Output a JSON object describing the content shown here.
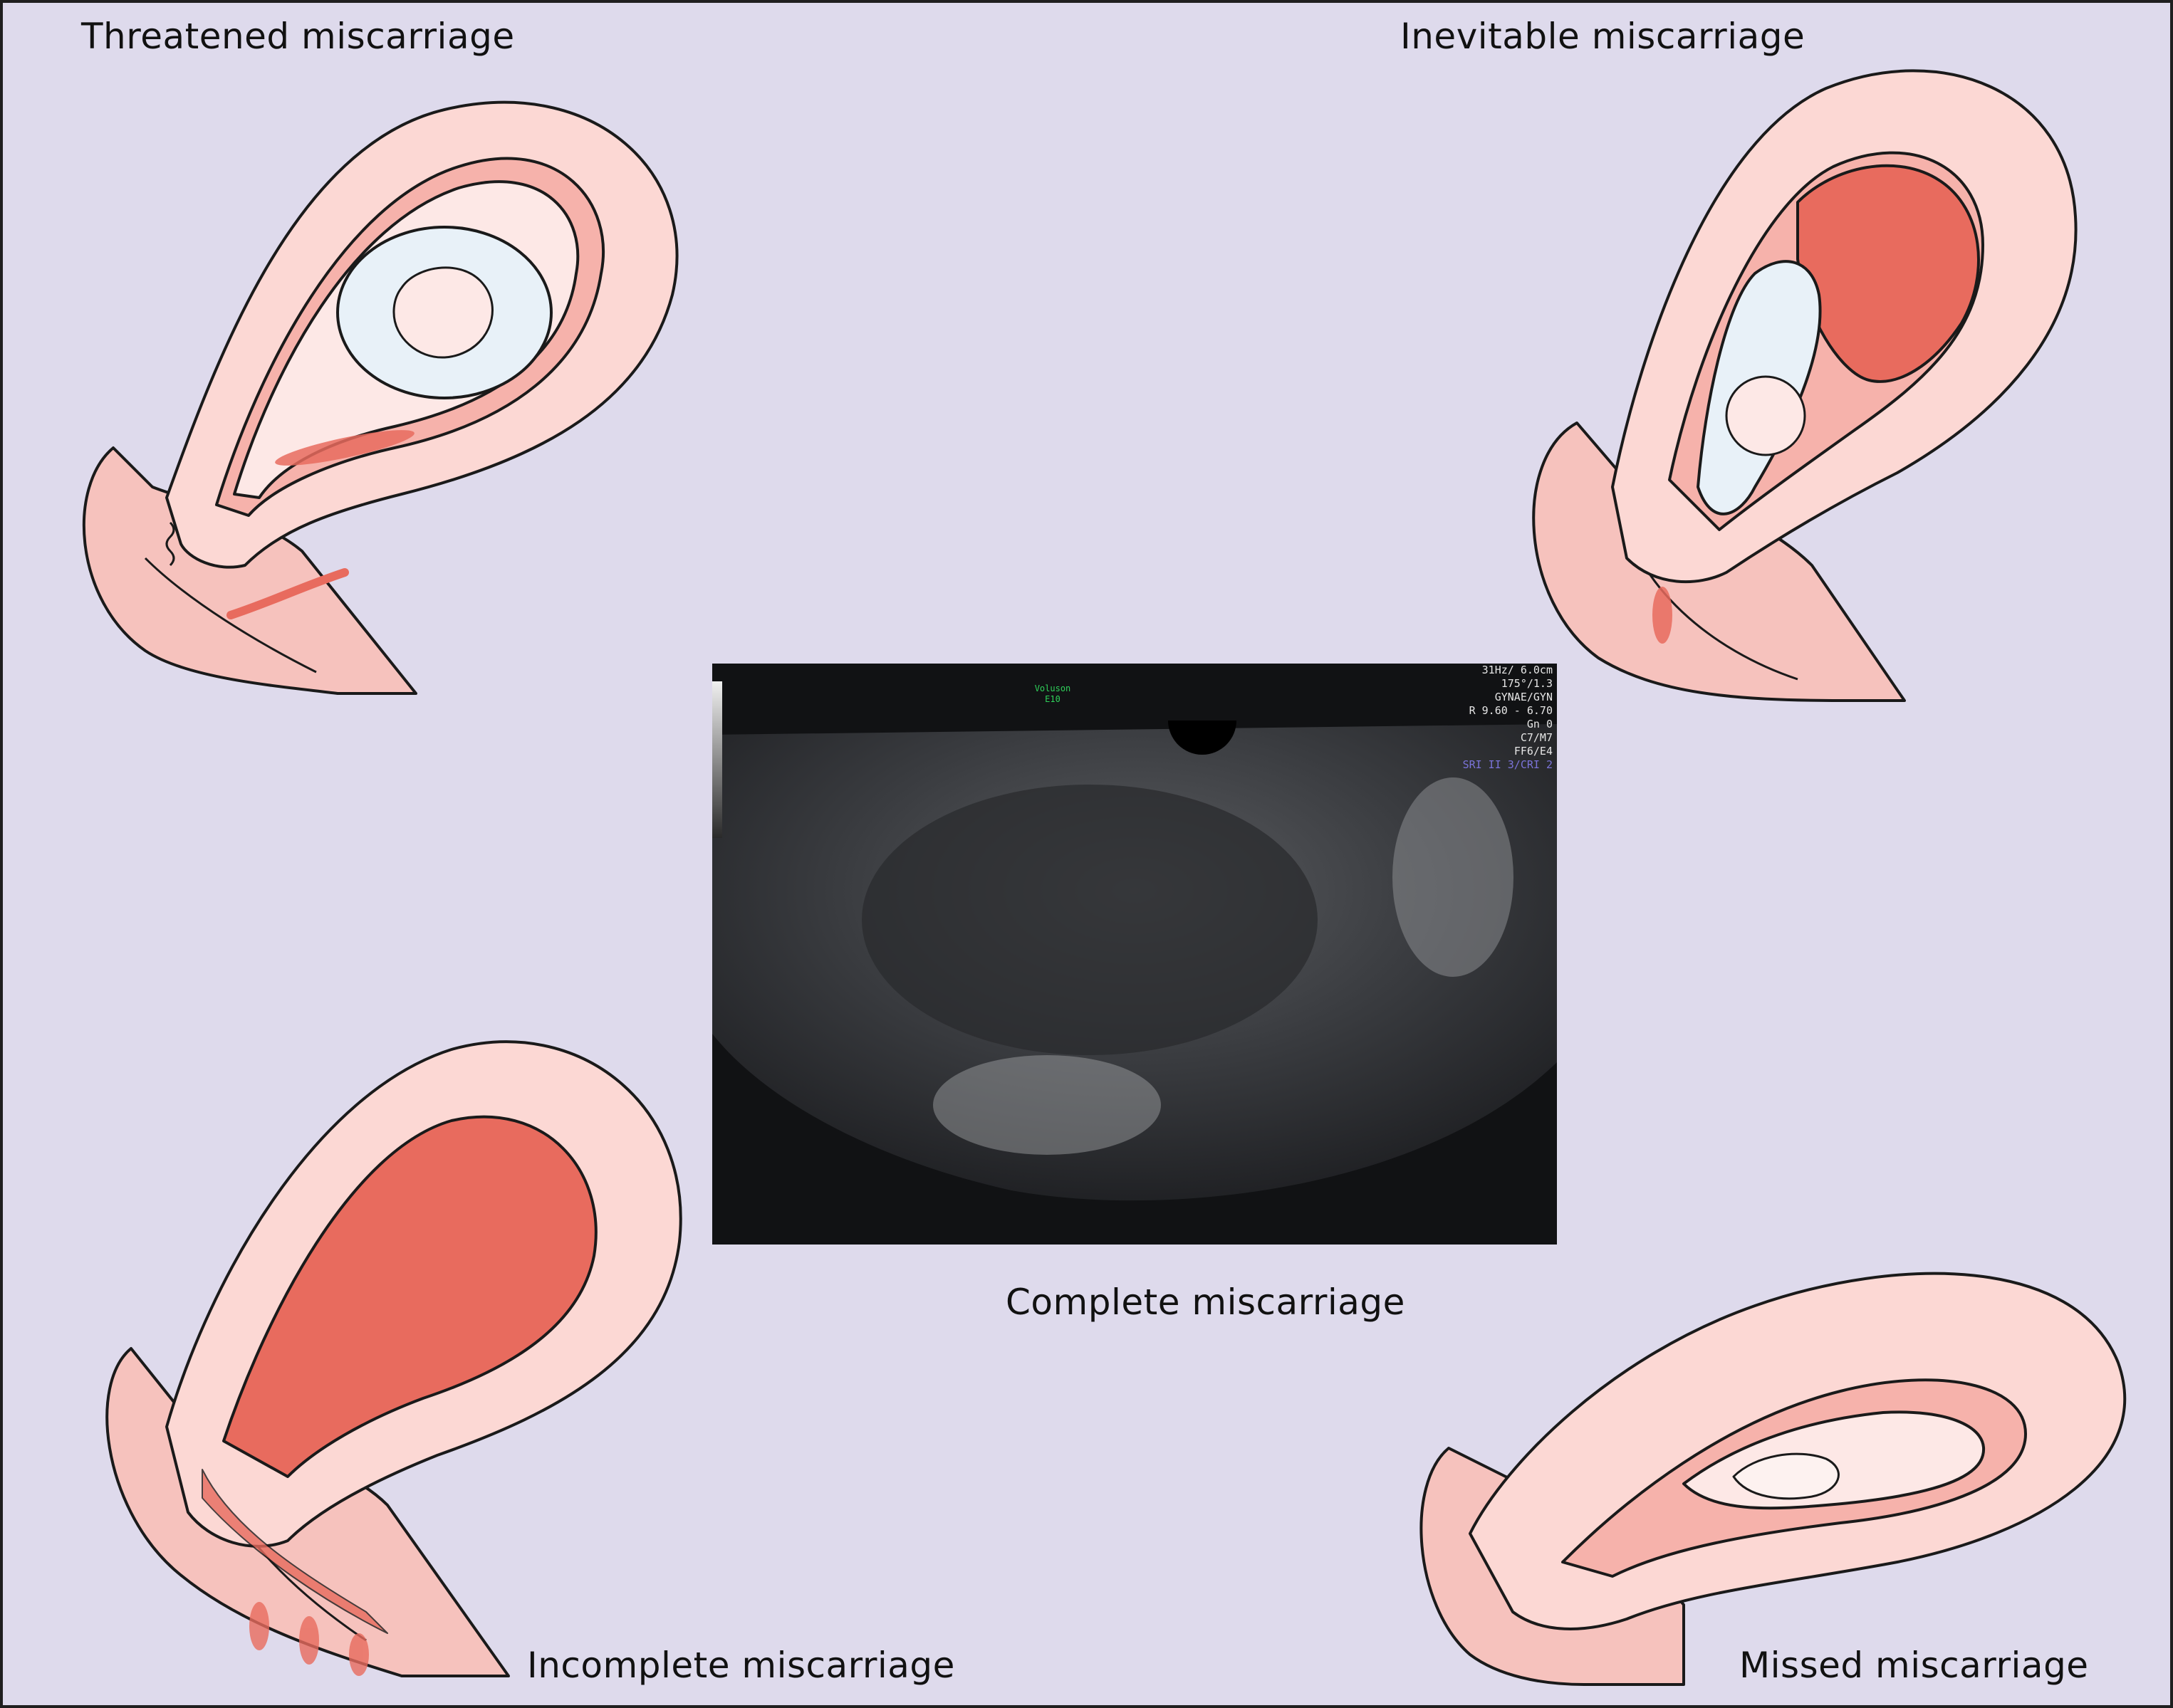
{
  "labels": {
    "threatened": "Threatened miscarriage",
    "inevitable": "Inevitable miscarriage",
    "complete": "Complete miscarriage",
    "incomplete": "Incomplete miscarriage",
    "missed": "Missed miscarriage"
  },
  "ultrasound": {
    "brand": "Voluson",
    "model": "E10",
    "settings": [
      "31Hz/ 6.0cm",
      "175°/1.3",
      "GYNAE/GYN",
      "R 9.60 - 6.70",
      "Gn  0",
      "C7/M7",
      "FF6/E4"
    ],
    "settings_highlight": "SRI II 3/CRI 2"
  },
  "colors": {
    "background": "#dedaec",
    "uterus_wall": "#fcd8d4",
    "inner_layer": "#f6b2ab",
    "blood": "#e86b5e",
    "amniotic_sac": "#e8f1f8",
    "outline": "#1a1a1a"
  }
}
